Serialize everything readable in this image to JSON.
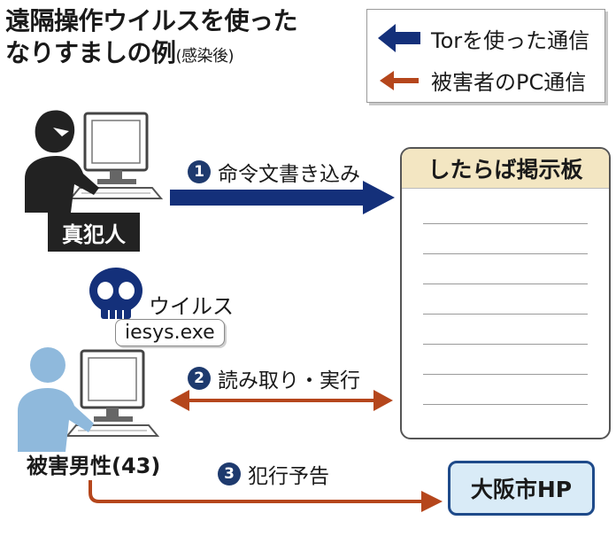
{
  "title": {
    "line1": "遠隔操作ウイルスを使った",
    "line2": "なりすましの例",
    "sub": "(感染後)"
  },
  "legend": {
    "tor": "Torを使った通信",
    "pc": "被害者のPC通信"
  },
  "perpetrator": {
    "label": "真犯人"
  },
  "board": {
    "title": "したらば掲示板"
  },
  "steps": [
    {
      "num": "1",
      "label": "命令文書き込み"
    },
    {
      "num": "2",
      "label": "読み取り・実行"
    },
    {
      "num": "3",
      "label": "犯行予告"
    }
  ],
  "virus": {
    "label": "ウイルス",
    "file": "iesys.exe"
  },
  "victim": {
    "label": "被害男性(43)"
  },
  "target": {
    "label": "大阪市HP"
  },
  "colors": {
    "tor_arrow": "#14307a",
    "pc_arrow": "#b5461c",
    "perpetrator": "#222222",
    "victim": "#8fb9dc",
    "board_header": "#f3e6c2",
    "target_fill": "#d9ebf7",
    "step_badge": "#1e3a6e"
  },
  "icons": [
    "computer-icon",
    "perpetrator-figure-icon",
    "skull-icon",
    "victim-figure-icon"
  ]
}
